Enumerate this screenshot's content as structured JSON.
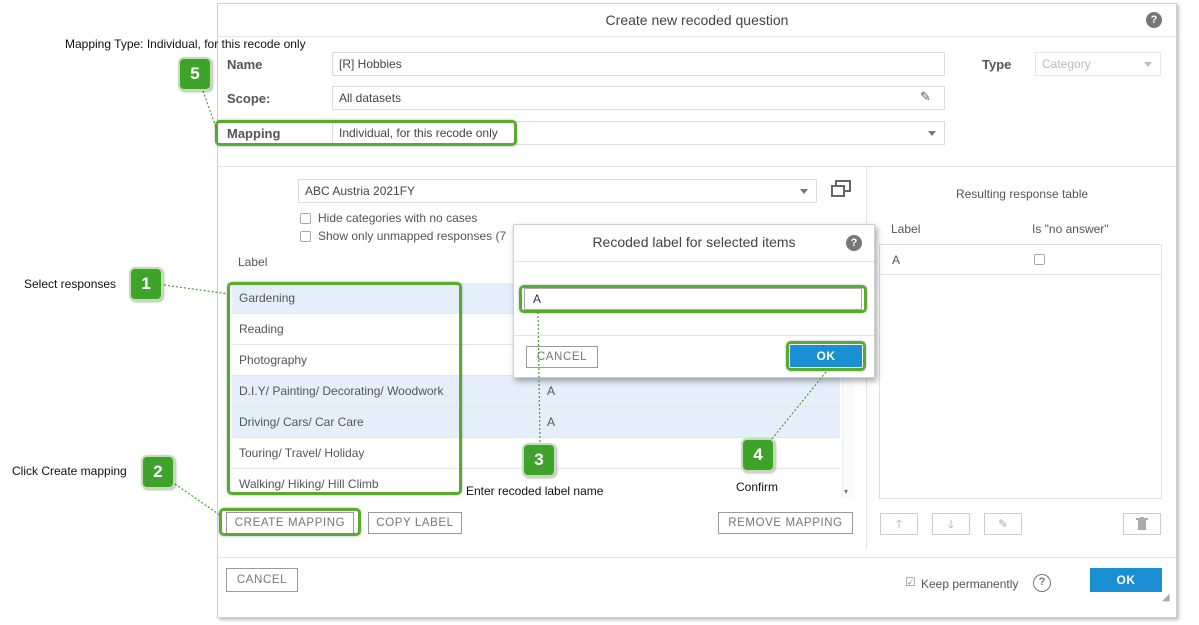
{
  "dialog": {
    "title": "Create new recoded question",
    "help": "?",
    "name_label": "Name",
    "name_value": "[R] Hobbies",
    "type_label": "Type",
    "type_value": "Category",
    "scope_label": "Scope:",
    "scope_value": "All datasets",
    "mapping_label": "Mapping",
    "mapping_value": "Individual, for this recode only"
  },
  "left": {
    "dataset": "ABC Austria 2021FY",
    "hide_empty_label": "Hide categories with no cases",
    "only_unmapped_label": "Show only unmapped responses (7",
    "column_label": "Label",
    "rows": [
      {
        "label": "Gardening",
        "value": ""
      },
      {
        "label": "Reading",
        "value": ""
      },
      {
        "label": "Photography",
        "value": ""
      },
      {
        "label": "D.I.Y/ Painting/ Decorating/ Woodwork",
        "value": "A"
      },
      {
        "label": "Driving/ Cars/ Car Care",
        "value": "A"
      },
      {
        "label": "Touring/ Travel/ Holiday",
        "value": ""
      },
      {
        "label": "Walking/ Hiking/ Hill Climb",
        "value": ""
      }
    ],
    "create_mapping": "CREATE MAPPING",
    "copy_label": "COPY LABEL",
    "remove_mapping": "REMOVE MAPPING"
  },
  "right": {
    "title": "Resulting response table",
    "col_label": "Label",
    "col_no_answer": "Is \"no answer\"",
    "rows": [
      {
        "label": "A"
      }
    ]
  },
  "footer": {
    "cancel": "CANCEL",
    "keep_permanently": "Keep permanently",
    "help": "?",
    "ok": "OK"
  },
  "popup": {
    "title": "Recoded label for selected items",
    "help": "?",
    "input_value": "A",
    "cancel": "CANCEL",
    "ok": "OK"
  },
  "callouts": {
    "c1": {
      "num": "1",
      "text": "Select responses"
    },
    "c2": {
      "num": "2",
      "text": "Click Create mapping"
    },
    "c3": {
      "num": "3",
      "text": "Enter recoded label name"
    },
    "c4": {
      "num": "4",
      "text": "Confirm"
    },
    "c5": {
      "num": "5",
      "text": "Mapping Type: Individual, for this recode only"
    }
  },
  "colors": {
    "accent": "#1b8fd3",
    "callout_green": "#3fa32b",
    "selected_row": "#e4effb"
  }
}
